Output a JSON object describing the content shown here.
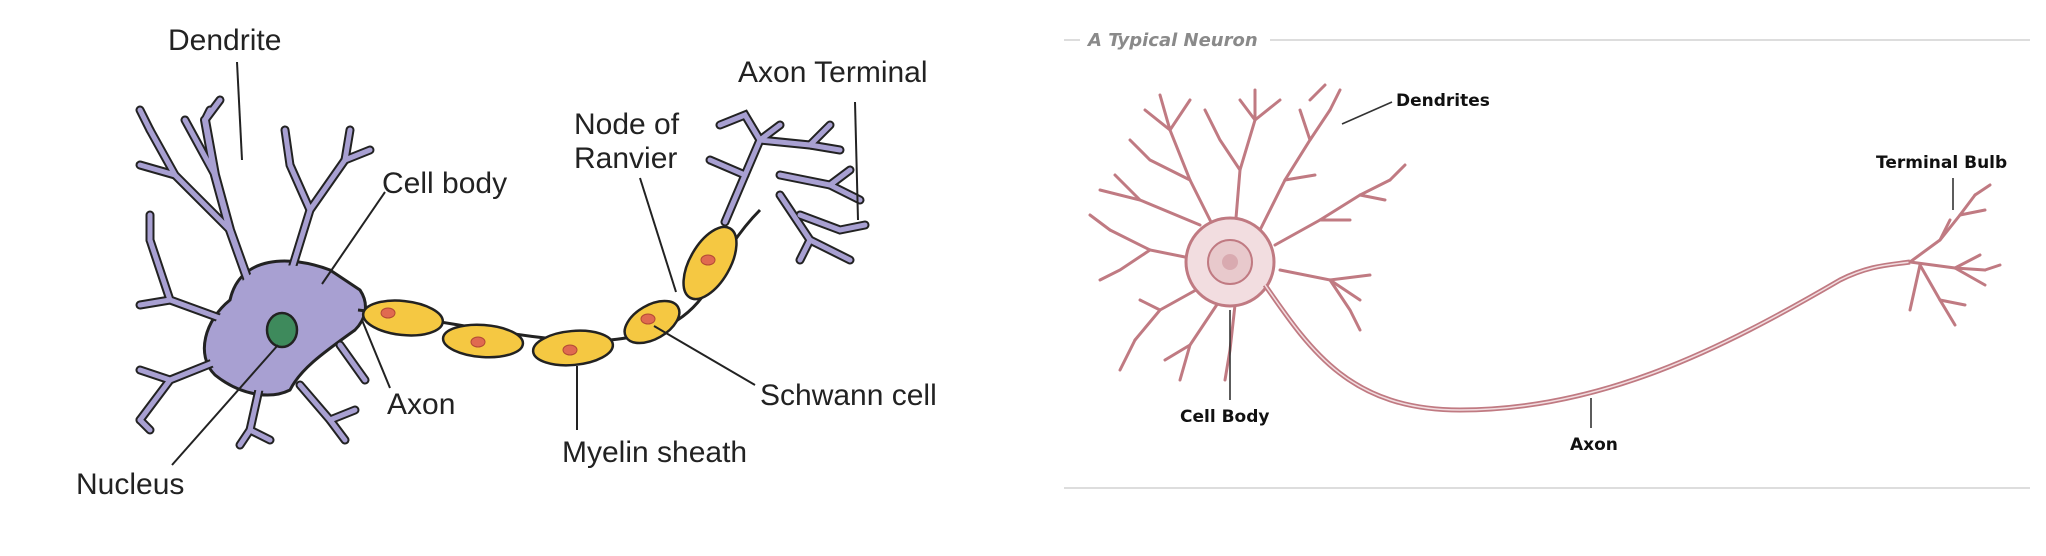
{
  "left_diagram": {
    "labels": {
      "dendrite": "Dendrite",
      "cell_body": "Cell body",
      "nucleus": "Nucleus",
      "axon": "Axon",
      "node_of_ranvier_line1": "Node of",
      "node_of_ranvier_line2": "Ranvier",
      "axon_terminal": "Axon Terminal",
      "schwann_cell": "Schwann cell",
      "myelin_sheath": "Myelin sheath"
    },
    "colors": {
      "neuron": "#a8a0d2",
      "myelin": "#f5c842",
      "nucleus": "#3e8a5c",
      "schwann_nucleus": "#e06a50"
    }
  },
  "right_diagram": {
    "title": "A Typical Neuron",
    "labels": {
      "dendrites": "Dendrites",
      "terminal_bulb": "Terminal Bulb",
      "cell_body": "Cell Body",
      "axon": "Axon"
    },
    "colors": {
      "neuron_stroke": "#c07a82",
      "neuron_fill": "#e8c9cc",
      "rule": "#dddddd"
    }
  }
}
